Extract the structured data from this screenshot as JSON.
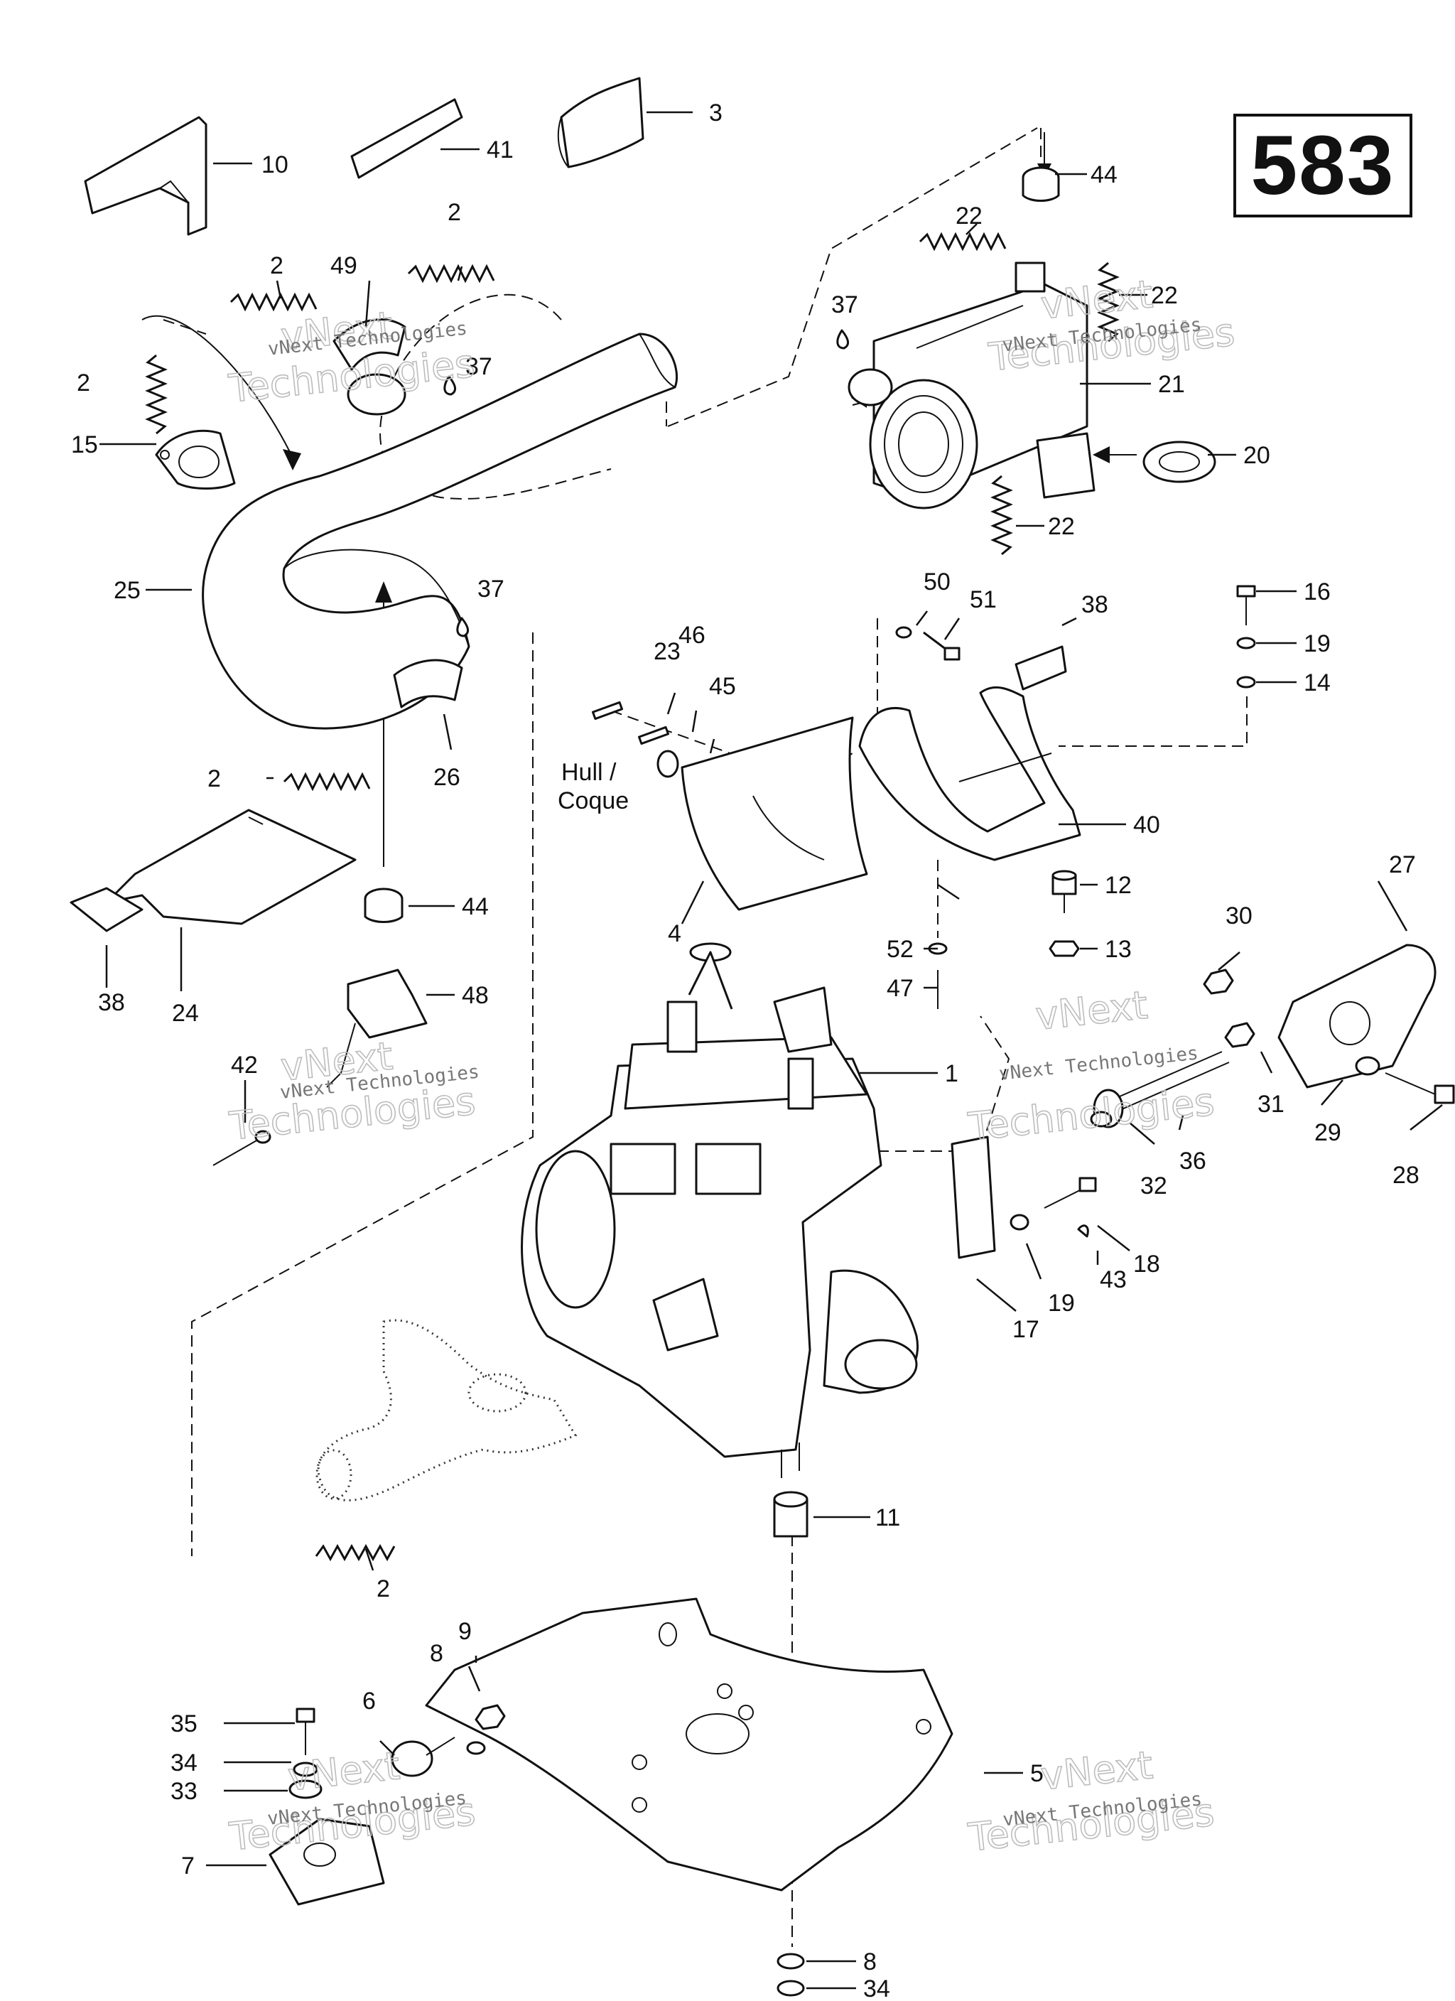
{
  "page_number": "583",
  "part_labels": {
    "l1": "1",
    "l2a": "2",
    "l2b": "2",
    "l2c": "2",
    "l2d": "2",
    "l2e": "2",
    "l3": "3",
    "l4": "4",
    "l5": "5",
    "l6": "6",
    "l7": "7",
    "l8a": "8",
    "l8b": "8",
    "l9": "9",
    "l10": "10",
    "l11": "11",
    "l12": "12",
    "l13": "13",
    "l14": "14",
    "l15": "15",
    "l16": "16",
    "l17": "17",
    "l18": "18",
    "l19a": "19",
    "l19b": "19",
    "l20": "20",
    "l21": "21",
    "l22a": "22",
    "l22b": "22",
    "l22c": "22",
    "l23": "23",
    "l24": "24",
    "l25": "25",
    "l26": "26",
    "l27": "27",
    "l28": "28",
    "l29": "29",
    "l30": "30",
    "l31": "31",
    "l32": "32",
    "l33": "33",
    "l34a": "34",
    "l34b": "34",
    "l35": "35",
    "l36": "36",
    "l37a": "37",
    "l37b": "37",
    "l37c": "37",
    "l38a": "38",
    "l38b": "38",
    "l40": "40",
    "l41": "41",
    "l42": "42",
    "l43": "43",
    "l44a": "44",
    "l44b": "44",
    "l45": "45",
    "l46": "46",
    "l47": "47",
    "l48": "48",
    "l49": "49",
    "l50": "50",
    "l51": "51",
    "l52": "52"
  },
  "hull_note": {
    "line1": "Hull /",
    "line2": "Coque"
  },
  "watermark": {
    "brand": "vNext Technologies",
    "word1": "vNext",
    "word2": "Technologies"
  }
}
